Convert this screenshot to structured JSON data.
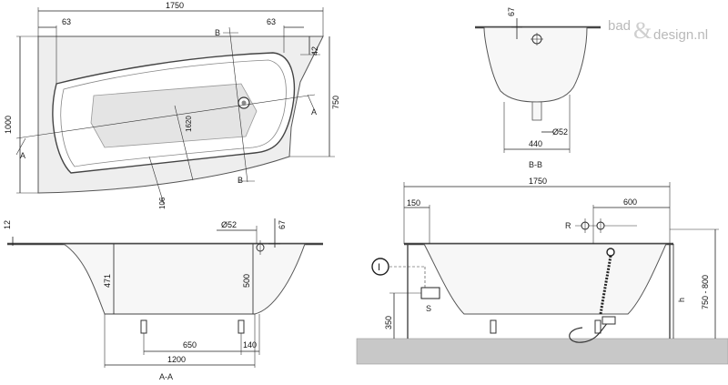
{
  "watermark": {
    "part1": "bad",
    "amp": "&",
    "part2": "design.nl"
  },
  "top_view": {
    "width": "1750",
    "depth": "1000",
    "depth_narrow": "750",
    "rim_left": "63",
    "rim_right": "63",
    "rim_side": "42",
    "inner_length": "1620",
    "inner_depth": "106",
    "section_b_top": "B",
    "section_b_bottom": "B",
    "section_a_left": "A",
    "section_a_right": "A"
  },
  "section_bb": {
    "rim_height": "67",
    "drain_diameter": "Ø52",
    "width": "440",
    "caption": "B-B"
  },
  "section_aa": {
    "rim_thickness": "12",
    "drain_diameter": "Ø52",
    "overflow": "67",
    "depth": "471",
    "inner_height": "500",
    "foot_distance": "650",
    "foot_offset": "140",
    "bottom_length": "1200",
    "caption": "A-A"
  },
  "install_view": {
    "width": "1750",
    "left_offset": "150",
    "right_offset": "600",
    "waste_height": "350",
    "overall_height": "750 - 800",
    "height_var": "h",
    "r_label": "R",
    "s_label": "S",
    "callout": "I"
  }
}
